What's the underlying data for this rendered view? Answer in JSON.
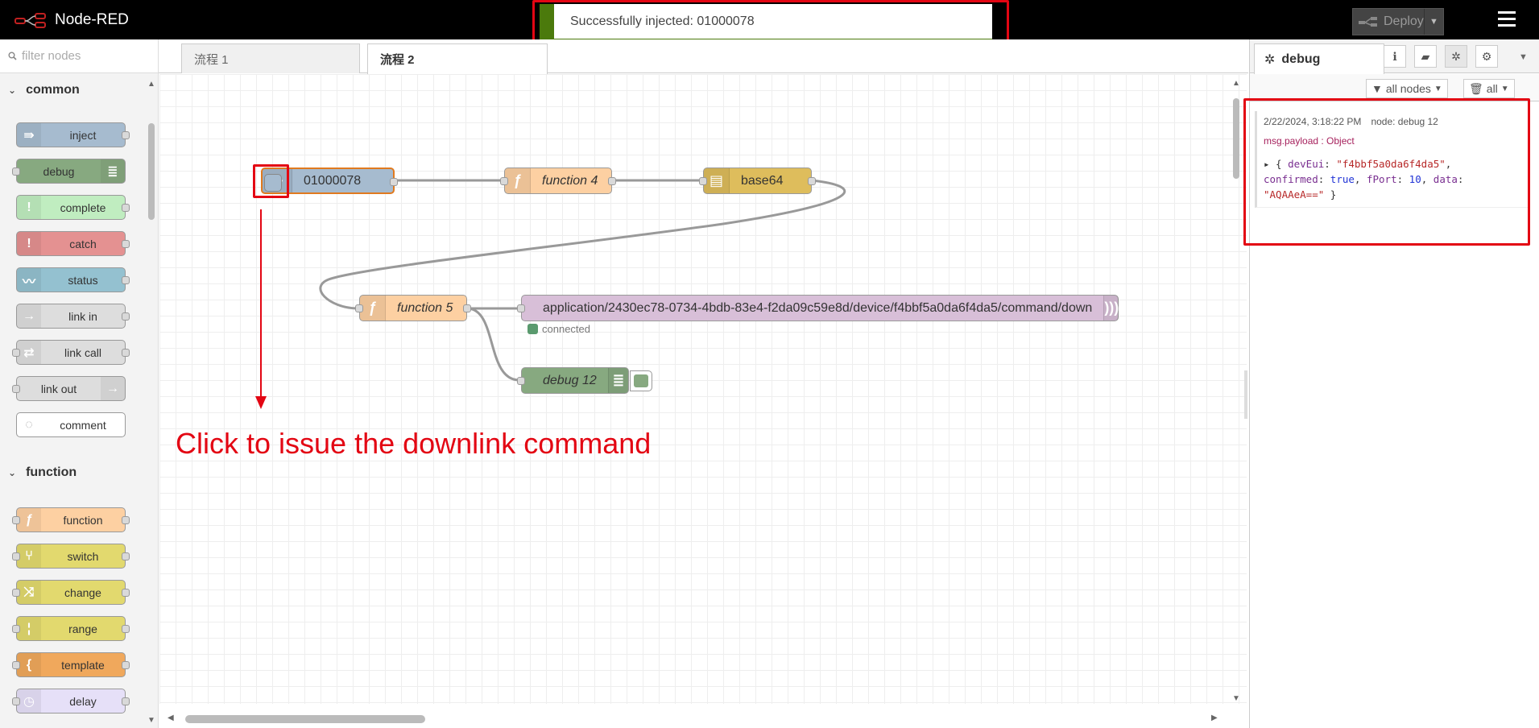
{
  "header": {
    "app_title": "Node-RED",
    "deploy_label": "Deploy",
    "notification": "Successfully injected: 01000078"
  },
  "palette": {
    "search_placeholder": "filter nodes",
    "categories": [
      {
        "label": "common"
      },
      {
        "label": "function"
      }
    ],
    "common_nodes": [
      {
        "label": "inject",
        "color": "#a6bbcf"
      },
      {
        "label": "debug",
        "color": "#87a980"
      },
      {
        "label": "complete",
        "color": "#c0edc0"
      },
      {
        "label": "catch",
        "color": "#e49191"
      },
      {
        "label": "status",
        "color": "#94c1d0"
      },
      {
        "label": "link in",
        "color": "#dddddd"
      },
      {
        "label": "link call",
        "color": "#dddddd"
      },
      {
        "label": "link out",
        "color": "#dddddd"
      },
      {
        "label": "comment",
        "color": "#ffffff"
      }
    ],
    "function_nodes": [
      {
        "label": "function",
        "color": "#fdd0a2"
      },
      {
        "label": "switch",
        "color": "#e2d96e"
      },
      {
        "label": "change",
        "color": "#e2d96e"
      },
      {
        "label": "range",
        "color": "#e2d96e"
      },
      {
        "label": "template",
        "color": "#f0a85c"
      },
      {
        "label": "delay",
        "color": "#e6e0f8"
      }
    ]
  },
  "workspace": {
    "tabs": [
      {
        "label": "流程 1",
        "active": false
      },
      {
        "label": "流程 2",
        "active": true
      }
    ],
    "flow_nodes": {
      "inject": "01000078",
      "function4": "function 4",
      "base64": "base64",
      "function5": "function 5",
      "mqtt_out": "application/2430ec78-0734-4bdb-83e4-f2da09c59e8d/device/f4bbf5a0da6f4da5/command/down",
      "debug12": "debug 12"
    },
    "mqtt_status": "connected",
    "annotation": "Click to issue the downlink command"
  },
  "sidebar": {
    "tab_label": "debug",
    "filter_nodes_label": "all nodes",
    "clear_label": "all",
    "message": {
      "timestamp": "2/22/2024, 3:18:22 PM",
      "node": "node: debug 12",
      "topic": "msg.payload : Object",
      "devEui": "\"f4bbf5a0da6f4da5\"",
      "confirmed": "true",
      "fPort": "10",
      "data": "\"AQAAeA==\""
    }
  },
  "colors": {
    "accent_red": "#e30613",
    "notif_green": "#4b7a0c"
  }
}
